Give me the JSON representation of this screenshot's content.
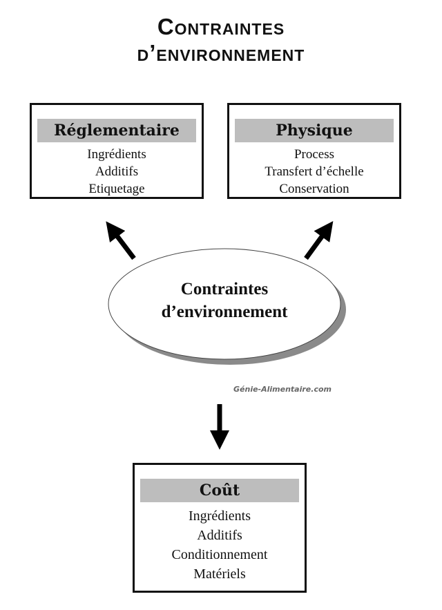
{
  "title": {
    "line1": "Contraintes",
    "line2": "d’environnement"
  },
  "boxes": {
    "reglementaire": {
      "header": "Réglementaire",
      "items": [
        "Ingrédients",
        "Additifs",
        "Etiquetage"
      ]
    },
    "physique": {
      "header": "Physique",
      "items": [
        "Process",
        "Transfert d’échelle",
        "Conservation"
      ]
    },
    "cout": {
      "header": "Coût",
      "items": [
        "Ingrédients",
        "Additifs",
        "Conditionnement",
        "Matériels"
      ]
    }
  },
  "center": {
    "line1": "Contraintes",
    "line2": "d’environnement"
  },
  "watermark": "Génie-Alimentaire.com"
}
